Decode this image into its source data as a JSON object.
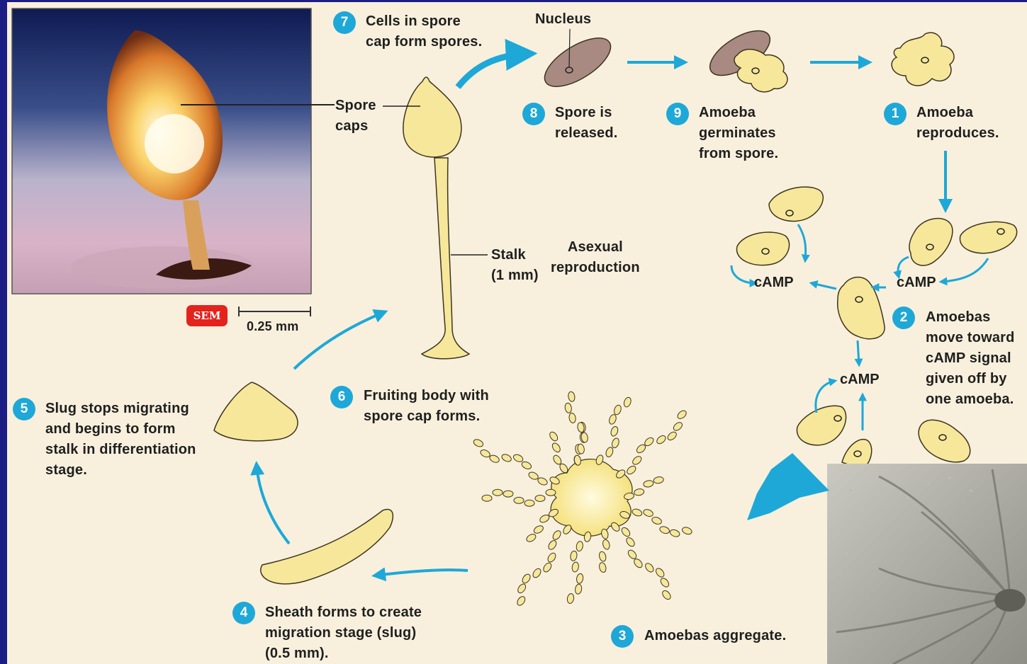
{
  "title": "Asexual\nreproduction",
  "micrograph": {
    "badge": "SEM",
    "scale": "0.25 mm"
  },
  "labels": {
    "nucleus": "Nucleus",
    "spore_caps": "Spore\ncaps",
    "stalk": "Stalk\n(1 mm)"
  },
  "camp_label": "cAMP",
  "steps": [
    {
      "num": "1",
      "text": "Amoeba\nreproduces."
    },
    {
      "num": "2",
      "text": "Amoebas\nmove toward\ncAMP signal\ngiven off by\none amoeba."
    },
    {
      "num": "3",
      "text": "Amoebas aggregate."
    },
    {
      "num": "4",
      "text": "Sheath forms to create\nmigration stage (slug)\n(0.5 mm)."
    },
    {
      "num": "5",
      "text": "Slug stops migrating\nand begins to form\nstalk in differentiation\nstage."
    },
    {
      "num": "6",
      "text": "Fruiting body with\nspore cap forms."
    },
    {
      "num": "7",
      "text": "Cells in spore\ncap form spores."
    },
    {
      "num": "8",
      "text": "Spore is\nreleased."
    },
    {
      "num": "9",
      "text": "Amoeba\ngerminates\nfrom spore."
    }
  ],
  "colors": {
    "background": "#1c1d84",
    "panel": "#f8f0dd",
    "cell_fill": "#f7e79a",
    "cell_stroke": "#3b3520",
    "arrow": "#1ea8d8",
    "spore_coat": "#a88a82"
  }
}
